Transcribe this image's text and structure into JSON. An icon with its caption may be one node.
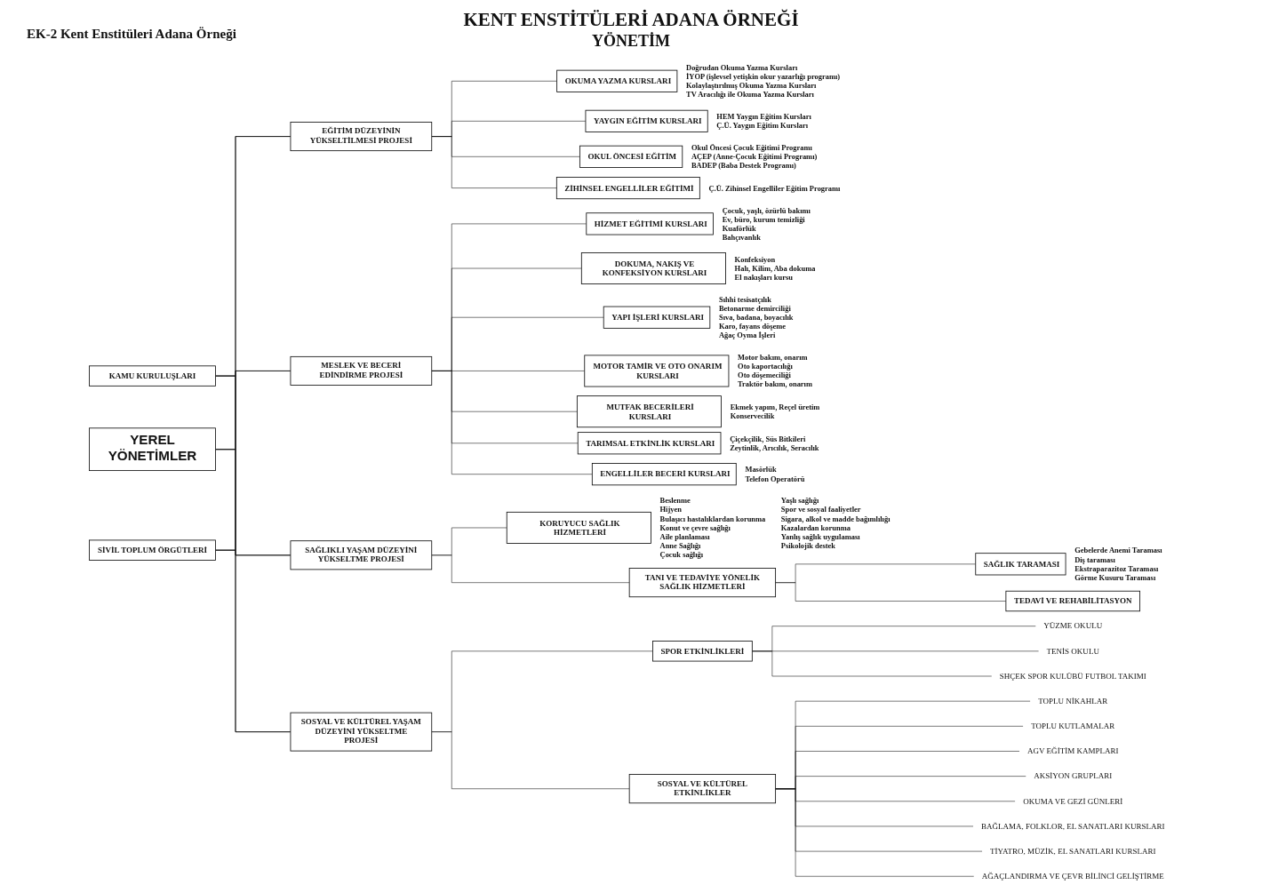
{
  "diagram": {
    "title": "KENT ENSTİTÜLERİ ADANA ÖRNEĞİ",
    "nodes": [
      {
        "text": [
          "KAMU KURULUŞLARI"
        ]
      },
      {
        "text": [
          "YEREL YÖNETİMLER"
        ]
      },
      {
        "text": [
          "SİVİL TOPLUM ÖRGÜTLERİ"
        ]
      },
      {
        "text": [
          "EĞİTİM DÜZEYİNİN YÜKSELTİLMESİ PROJESİ"
        ]
      },
      {
        "text": [
          "MESLEK VE BECERİ EDİNDİRME PROJESİ"
        ]
      },
      {
        "text": [
          "SAĞLIKLI YAŞAM DÜZEYİNİ YÜKSELTME PROJESİ"
        ]
      },
      {
        "text": [
          "SOSYAL VE KÜLTÜREL YAŞAM DÜZEYİNİ YÜKSELTME PROJESİ"
        ]
      },
      {
        "text": [
          "OKUMA YAZMA KURSLARI"
        ],
        "beside": [
          "Doğrudan Okuma Yazma Kursları",
          "İYOP (işlevsel yetişkin okur yazarlığı programı)",
          "Kolaylaştırılmış Okuma Yazma Kursları",
          "TV Aracılığı ile Okuma Yazma Kursları"
        ]
      },
      {
        "text": [
          "YAYGIN EĞİTİM KURSLARI"
        ],
        "beside": [
          "HEM Yaygın Eğitim Kursları",
          "Ç.Ü. Yaygın Eğitim Kursları"
        ]
      },
      {
        "text": [
          "OKUL ÖNCESİ EĞİTİM"
        ],
        "beside": [
          "Okul Öncesi Çocuk Eğitimi Programı",
          "AÇEP (Anne-Çocuk Eğitimi Programı)",
          "BADEP (Baba Destek Programı)"
        ]
      },
      {
        "text": [
          "ZİHİNSEL ENGELLİLER EĞİTİMİ"
        ],
        "beside": [
          "Ç.Ü. Zihinsel Engelliler Eğitim Programı"
        ]
      },
      {
        "text": [
          "HİZMET EĞİTİMİ KURSLARI"
        ],
        "beside": [
          "Çocuk, yaşlı, özürlü bakımı",
          "Ev, büro, kurum temizliği",
          "Kuaförlük",
          "Bahçıvanlık"
        ]
      },
      {
        "text": [
          "DOKUMA, NAKIŞ VE KONFEKSİYON KURSLARI"
        ],
        "beside": [
          "Konfeksiyon",
          "Halı, Kilim, Aba dokuma",
          "El nakışları kursu"
        ]
      },
      {
        "text": [
          "YAPI İŞLERİ KURSLARI"
        ],
        "beside": [
          "Sıhhi tesisatçılık",
          "Betonarme demirciliği",
          "Sıva, badana, boyacılık",
          "Karo, fayans döşeme",
          "Ağaç Oyma İşleri"
        ]
      },
      {
        "text": [
          "MOTOR TAMİR VE OTO ONARIM KURSLARI"
        ],
        "beside": [
          "Motor bakım, onarım",
          "Oto kaportacılığı",
          "Oto döşemeciliği",
          "Traktör bakım, onarım"
        ]
      },
      {
        "text": [
          "MUTFAK BECERİLERİ KURSLARI"
        ],
        "beside": [
          "Ekmek yapım, Reçel üretim",
          "Konservecilik"
        ]
      },
      {
        "text": [
          "TARIMSAL ETKİNLİK KURSLARI"
        ],
        "beside": [
          "Çiçekçilik, Süs Bitkileri",
          "Zeytinlik, Arıcılık, Seracılık"
        ]
      },
      {
        "text": [
          "ENGELLİLER BECERİ KURSLARI"
        ],
        "beside": [
          "Masörlük",
          "Telefon Operatörü"
        ]
      },
      {
        "text": [
          "KORUYUCU SAĞLIK HİZMETLERİ"
        ],
        "beside": [
          "Beslenme",
          "Hijyen",
          "Bulaşıcı hastalıklardan korunma",
          "Konut ve çevre sağlığı",
          "Aile planlaması",
          "Anne Sağlığı",
          "Çocuk sağlığı",
          "Yaşlı sağlığı",
          "Spor ve sosyal faaliyetler",
          "Sigara, alkol ve madde bağımlılığı",
          "Kazalardan korunma",
          "Yanlış sağlık uygulaması",
          "Psikolojik destek"
        ]
      },
      {
        "text": [
          "TANI VE TEDAVİYE YÖNELİK SAĞLIK HİZMETLERİ"
        ]
      },
      {
        "text": [
          "SAĞLIK TARAMASI"
        ],
        "beside": [
          "Gebelerde Anemi Taraması",
          "Diş taraması",
          "Ekstraparazitoz Taraması",
          "Görme Kusuru Taraması"
        ]
      },
      {
        "text": [
          "TEDAVİ VE REHABİLİTASYON"
        ]
      },
      {
        "text": [
          "SPOR ETKİNLİKLERİ"
        ]
      },
      {
        "text": [
          "YÜZME OKULU"
        ]
      },
      {
        "text": [
          "TENİS OKULU"
        ]
      },
      {
        "text": [
          "SHÇEK SPOR KULÜBÜ FUTBOL TAKIMI"
        ]
      },
      {
        "text": [
          "SOSYAL VE KÜLTÜREL ETKİNLİKLER"
        ]
      },
      {
        "text": [
          "TOPLU NİKAHLAR"
        ]
      },
      {
        "text": [
          "TOPLU KUTLAMALAR"
        ]
      },
      {
        "text": [
          "AGV EĞİTİM KAMPLARI"
        ]
      },
      {
        "text": [
          "AKSİYON GRUPLARI"
        ]
      },
      {
        "text": [
          "OKUMA VE GEZİ GÜNLERİ"
        ]
      },
      {
        "text": [
          "BAĞLAMA, FOLKLOR, EL SANATLARI KURSLARI"
        ]
      },
      {
        "text": [
          "TİYATRO, MÜZİK, EL SANATLARI KURSLARI"
        ]
      },
      {
        "text": [
          "AĞAÇLANDIRMA VE ÇEVR BİLİNCİ GELİŞTİRME"
        ]
      }
    ],
    "edges": [
      {
        "from": 0,
        "to": 3,
        "arrow": "none"
      },
      {
        "from": 0,
        "to": 4,
        "arrow": "none"
      },
      {
        "from": 0,
        "to": 5,
        "arrow": "none"
      },
      {
        "from": 0,
        "to": 6,
        "arrow": "none"
      },
      {
        "from": 1,
        "to": 3,
        "arrow": "none"
      },
      {
        "from": 1,
        "to": 4,
        "arrow": "none"
      },
      {
        "from": 1,
        "to": 5,
        "arrow": "none"
      },
      {
        "from": 1,
        "to": 6,
        "arrow": "none"
      },
      {
        "from": 2,
        "to": 3,
        "arrow": "none"
      },
      {
        "from": 2,
        "to": 4,
        "arrow": "none"
      },
      {
        "from": 2,
        "to": 5,
        "arrow": "none"
      },
      {
        "from": 2,
        "to": 6,
        "arrow": "none"
      },
      {
        "from": 3,
        "to": 7,
        "arrow": "none"
      },
      {
        "from": 3,
        "to": 8,
        "arrow": "none"
      },
      {
        "from": 3,
        "to": 9,
        "arrow": "none"
      },
      {
        "from": 3,
        "to": 10,
        "arrow": "none"
      },
      {
        "from": 4,
        "to": 11,
        "arrow": "none"
      },
      {
        "from": 4,
        "to": 12,
        "arrow": "none"
      },
      {
        "from": 4,
        "to": 13,
        "arrow": "none"
      },
      {
        "from": 4,
        "to": 14,
        "arrow": "none"
      },
      {
        "from": 4,
        "to": 15,
        "arrow": "none"
      },
      {
        "from": 4,
        "to": 16,
        "arrow": "none"
      },
      {
        "from": 4,
        "to": 17,
        "arrow": "none"
      },
      {
        "from": 5,
        "to": 18,
        "arrow": "none"
      },
      {
        "from": 5,
        "to": 19,
        "arrow": "none"
      },
      {
        "from": 19,
        "to": 20,
        "arrow": "none"
      },
      {
        "from": 19,
        "to": 21,
        "arrow": "none"
      },
      {
        "from": 6,
        "to": 22,
        "arrow": "none"
      },
      {
        "from": 6,
        "to": 26,
        "arrow": "none"
      },
      {
        "from": 22,
        "to": 23,
        "arrow": "none"
      },
      {
        "from": 22,
        "to": 24,
        "arrow": "none"
      },
      {
        "from": 22,
        "to": 25,
        "arrow": "none"
      },
      {
        "from": 26,
        "to": 27,
        "arrow": "none"
      },
      {
        "from": 26,
        "to": 28,
        "arrow": "none"
      },
      {
        "from": 26,
        "to": 29,
        "arrow": "none"
      },
      {
        "from": 26,
        "to": 30,
        "arrow": "none"
      },
      {
        "from": 26,
        "to": 31,
        "arrow": "none"
      },
      {
        "from": 26,
        "to": 32,
        "arrow": "none"
      },
      {
        "from": 26,
        "to": 33,
        "arrow": "none"
      },
      {
        "from": 26,
        "to": 34,
        "arrow": "none"
      }
    ],
    "labels": [
      "EK-2 Kent Enstitüleri Adana Örneği",
      "YÖNETİM"
    ]
  }
}
